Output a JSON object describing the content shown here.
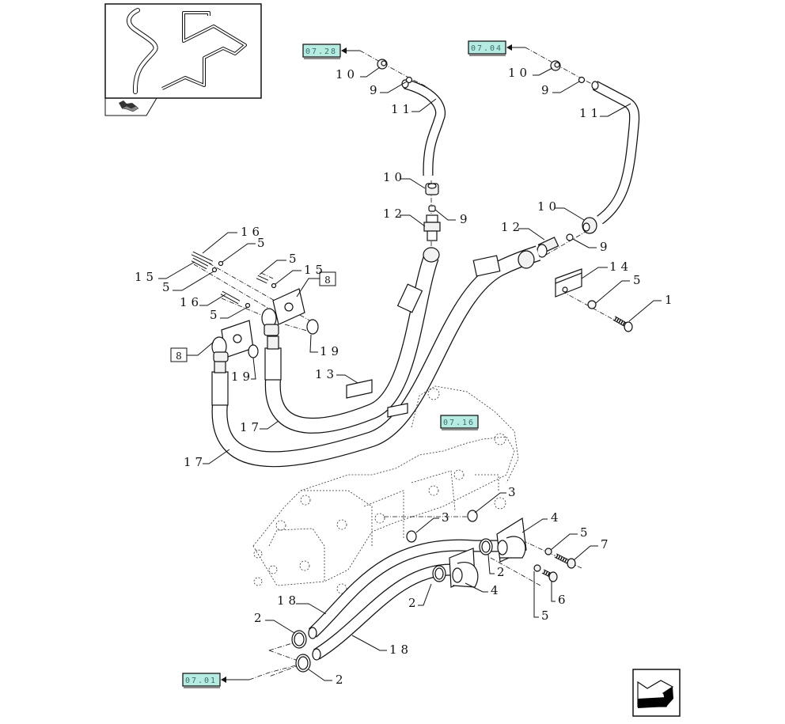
{
  "diagram": {
    "title": "Hydraulic pump lines exploded parts diagram",
    "accent_colors": {
      "reference_box_fill": "#b6ebe2",
      "reference_box_border": "#1a1a1a",
      "reference_text": "#3a6f6a",
      "line": "#111111"
    },
    "thumbnail": {
      "description": "Preview of hoses 11",
      "icon": "kit-icon"
    },
    "reference_boxes": [
      {
        "id": "ref-07-28",
        "label": "07.28"
      },
      {
        "id": "ref-07-04",
        "label": "07.04"
      },
      {
        "id": "ref-07-16",
        "label": "07.16"
      },
      {
        "id": "ref-07-01",
        "label": "07.01"
      }
    ],
    "boxed_labels": [
      {
        "id": "box-8-upper",
        "label": "8"
      },
      {
        "id": "box-8-lower",
        "label": "8"
      }
    ],
    "callouts": [
      {
        "id": "c1",
        "label": "10"
      },
      {
        "id": "c2",
        "label": "9"
      },
      {
        "id": "c3",
        "label": "11"
      },
      {
        "id": "c4",
        "label": "10"
      },
      {
        "id": "c5",
        "label": "9"
      },
      {
        "id": "c6",
        "label": "11"
      },
      {
        "id": "c7",
        "label": "10"
      },
      {
        "id": "c8",
        "label": "12"
      },
      {
        "id": "c9",
        "label": "9"
      },
      {
        "id": "c10",
        "label": "10"
      },
      {
        "id": "c11",
        "label": "12"
      },
      {
        "id": "c12",
        "label": "9"
      },
      {
        "id": "c13",
        "label": "14"
      },
      {
        "id": "c14",
        "label": "5"
      },
      {
        "id": "c15",
        "label": "1"
      },
      {
        "id": "c16",
        "label": "16"
      },
      {
        "id": "c17",
        "label": "5"
      },
      {
        "id": "c18",
        "label": "15"
      },
      {
        "id": "c19",
        "label": "5"
      },
      {
        "id": "c20",
        "label": "15"
      },
      {
        "id": "c21",
        "label": "5"
      },
      {
        "id": "c22",
        "label": "16"
      },
      {
        "id": "c23",
        "label": "5"
      },
      {
        "id": "c24",
        "label": "19"
      },
      {
        "id": "c25",
        "label": "19"
      },
      {
        "id": "c26",
        "label": "13"
      },
      {
        "id": "c27",
        "label": "17"
      },
      {
        "id": "c28",
        "label": "17"
      },
      {
        "id": "c29",
        "label": "3"
      },
      {
        "id": "c30",
        "label": "3"
      },
      {
        "id": "c31",
        "label": "4"
      },
      {
        "id": "c32",
        "label": "5"
      },
      {
        "id": "c33",
        "label": "7"
      },
      {
        "id": "c34",
        "label": "2"
      },
      {
        "id": "c35",
        "label": "4"
      },
      {
        "id": "c36",
        "label": "6"
      },
      {
        "id": "c37",
        "label": "5"
      },
      {
        "id": "c38",
        "label": "18"
      },
      {
        "id": "c39",
        "label": "2"
      },
      {
        "id": "c40",
        "label": "2"
      },
      {
        "id": "c41",
        "label": "18"
      },
      {
        "id": "c42",
        "label": "2"
      }
    ],
    "nav": {
      "icon": "previous-page-arrow-icon"
    }
  }
}
